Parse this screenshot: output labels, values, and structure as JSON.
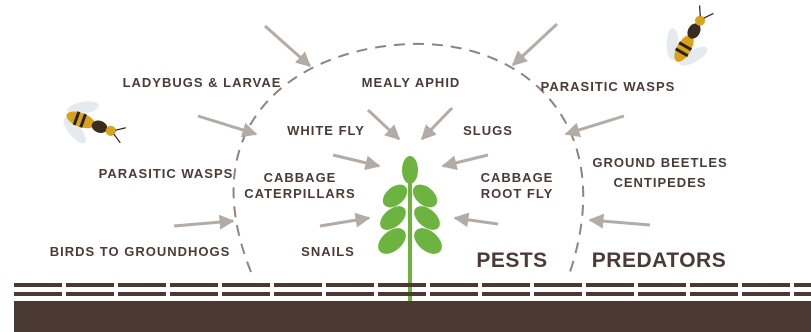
{
  "labels": {
    "ladybugs": "LADYBUGS & LARVAE",
    "mealy_aphid": "MEALY APHID",
    "parasitic_wasps_right": "PARASITIC WASPS",
    "white_fly": "WHITE FLY",
    "slugs": "SLUGS",
    "parasitic_wasps_left": "PARASITIC WASPS",
    "cabbage_caterpillars": [
      "CABBAGE",
      "CATERPILLARS"
    ],
    "cabbage_root_fly": [
      "CABBAGE",
      "ROOT FLY"
    ],
    "ground_beetles": "GROUND BEETLES",
    "centipedes": "CENTIPEDES",
    "birds": "BIRDS TO GROUNDHOGS",
    "snails": "SNAILS",
    "pests_heading": "PESTS",
    "predators_heading": "PREDATORS"
  },
  "colors": {
    "text": "#4a3b36",
    "soil": "#4b3a31",
    "plant": "#6cb33f",
    "arrow": "#b3aca6",
    "dashes": "#8c8580",
    "wasp_body": "#d9a21b"
  },
  "icons": [
    "wasp-icon",
    "plant-icon",
    "arrow-icon"
  ]
}
